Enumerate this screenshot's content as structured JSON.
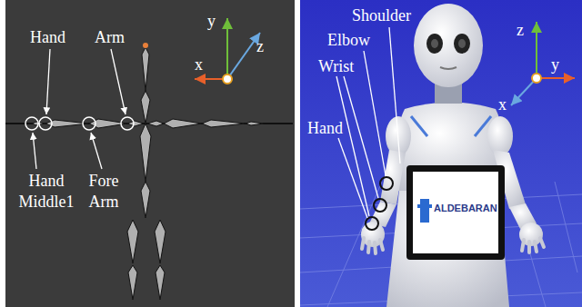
{
  "diagram": {
    "labels": [
      "y",
      "z",
      "x",
      "Hand",
      "Arm",
      "Hand Middle1",
      "Fore Arm",
      "z",
      "y",
      "x",
      "Shoulder",
      "Elbow",
      "Wrist",
      "Hand",
      "ALDEBARAN"
    ]
  }
}
